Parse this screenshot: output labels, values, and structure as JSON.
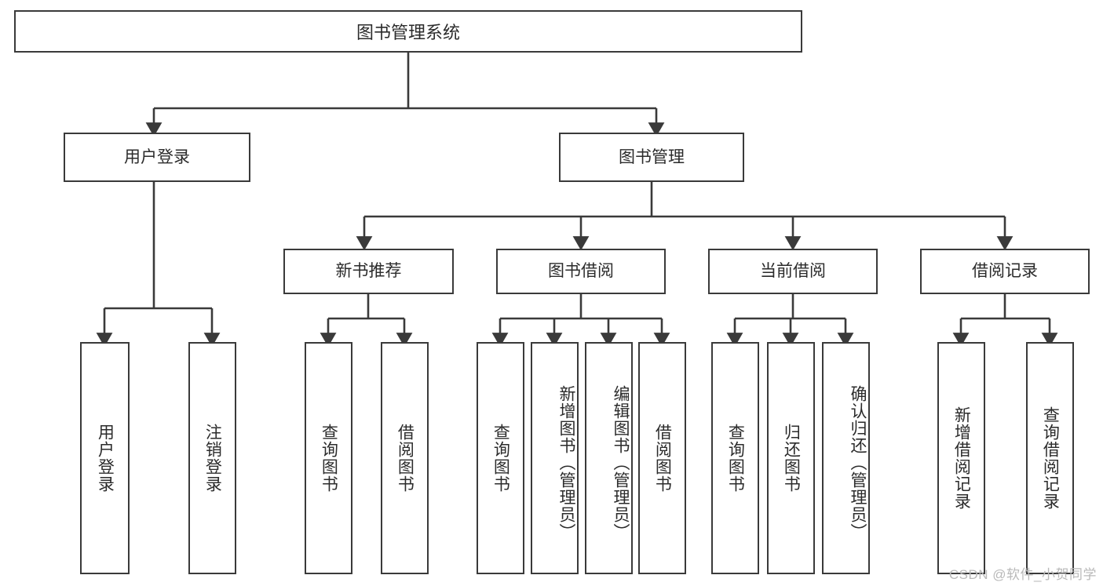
{
  "diagram": {
    "type": "hierarchy-tree",
    "title": "图书管理系统",
    "root": {
      "label": "图书管理系统"
    },
    "level2": [
      {
        "label": "用户登录"
      },
      {
        "label": "图书管理"
      }
    ],
    "level3": [
      {
        "label": "新书推荐"
      },
      {
        "label": "图书借阅"
      },
      {
        "label": "当前借阅"
      },
      {
        "label": "借阅记录"
      }
    ],
    "leaves": {
      "user_login": [
        {
          "label": "用户登录"
        },
        {
          "label": "注销登录"
        }
      ],
      "new_book_recommend": [
        {
          "label": "查询图书"
        },
        {
          "label": "借阅图书"
        }
      ],
      "book_borrow": [
        {
          "label": "查询图书"
        },
        {
          "label": "新增图书（管理员）"
        },
        {
          "label": "编辑图书（管理员）"
        },
        {
          "label": "借阅图书"
        }
      ],
      "current_borrow": [
        {
          "label": "查询图书"
        },
        {
          "label": "归还图书"
        },
        {
          "label": "确认归还（管理员）"
        }
      ],
      "borrow_record": [
        {
          "label": "新增借阅记录"
        },
        {
          "label": "查询借阅记录"
        }
      ]
    }
  },
  "watermark": {
    "text": "CSDN @软件_小贺同学"
  },
  "colors": {
    "stroke": "#3a3a3a",
    "text": "#2b2b2b",
    "background": "#ffffff",
    "watermark": "#b9b9b9"
  }
}
